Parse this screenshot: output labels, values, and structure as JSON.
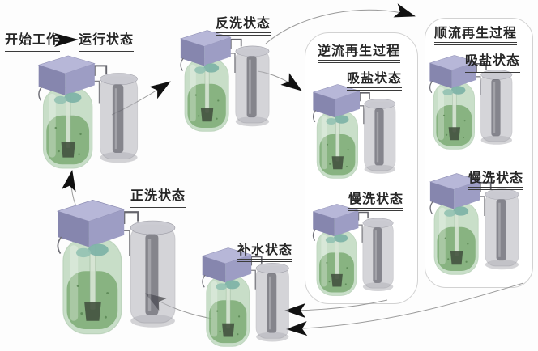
{
  "diagram": {
    "start_label": "开始工作",
    "states": {
      "running": "运行状态",
      "backwash": "反洗状态",
      "forward_wash": "正洗状态",
      "replenish": "补水状态"
    },
    "processes": {
      "counterflow": {
        "title": "逆流再生过程",
        "salt_absorb": "吸盐状态",
        "slow_wash": "慢洗状态"
      },
      "downflow": {
        "title": "顺流再生过程",
        "salt_absorb": "吸盐状态",
        "slow_wash": "慢洗状态"
      }
    },
    "colors": {
      "background": "#fdfdfd",
      "box_border": "#d2d2d2",
      "text": "#262626",
      "arrow_line": "#9a9a9a",
      "arrowhead": "#111111",
      "valve_head": "#9d9dc4",
      "resin_tank": "#9dc59d",
      "brine_tank": "#b4b4bb"
    }
  }
}
